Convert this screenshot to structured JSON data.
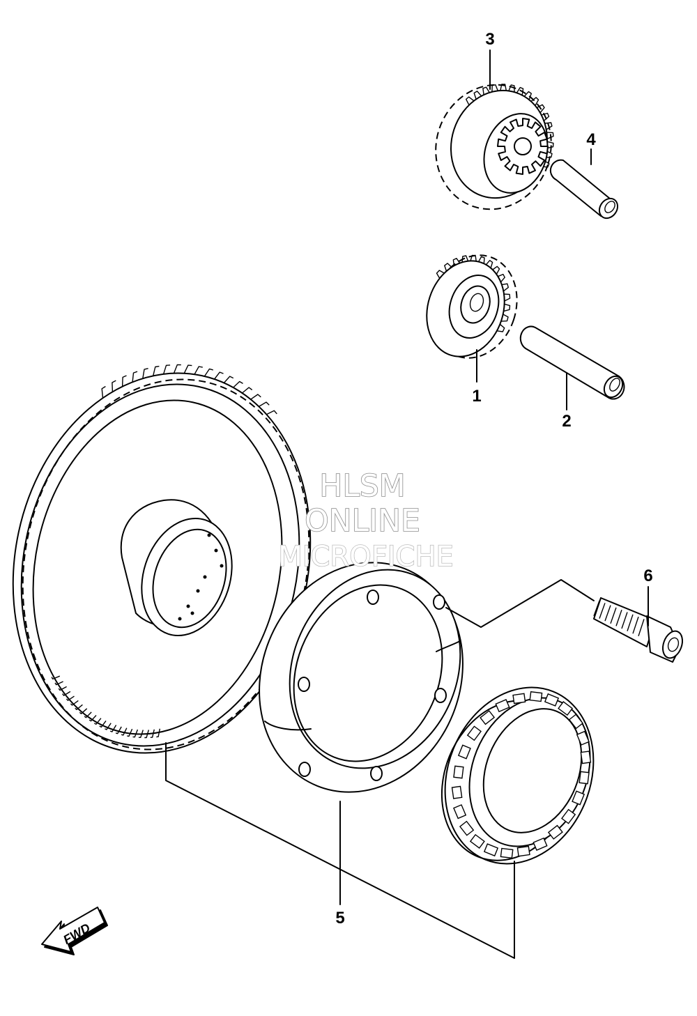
{
  "parts": [
    {
      "number": "1"
    },
    {
      "number": "2"
    },
    {
      "number": "3"
    },
    {
      "number": "4"
    },
    {
      "number": "5"
    },
    {
      "number": "6"
    }
  ],
  "watermark": {
    "line1": "HLSM",
    "line2": "ONLINE",
    "line3": "MICROFICHE"
  },
  "direction_arrow": {
    "text": "FWD"
  }
}
